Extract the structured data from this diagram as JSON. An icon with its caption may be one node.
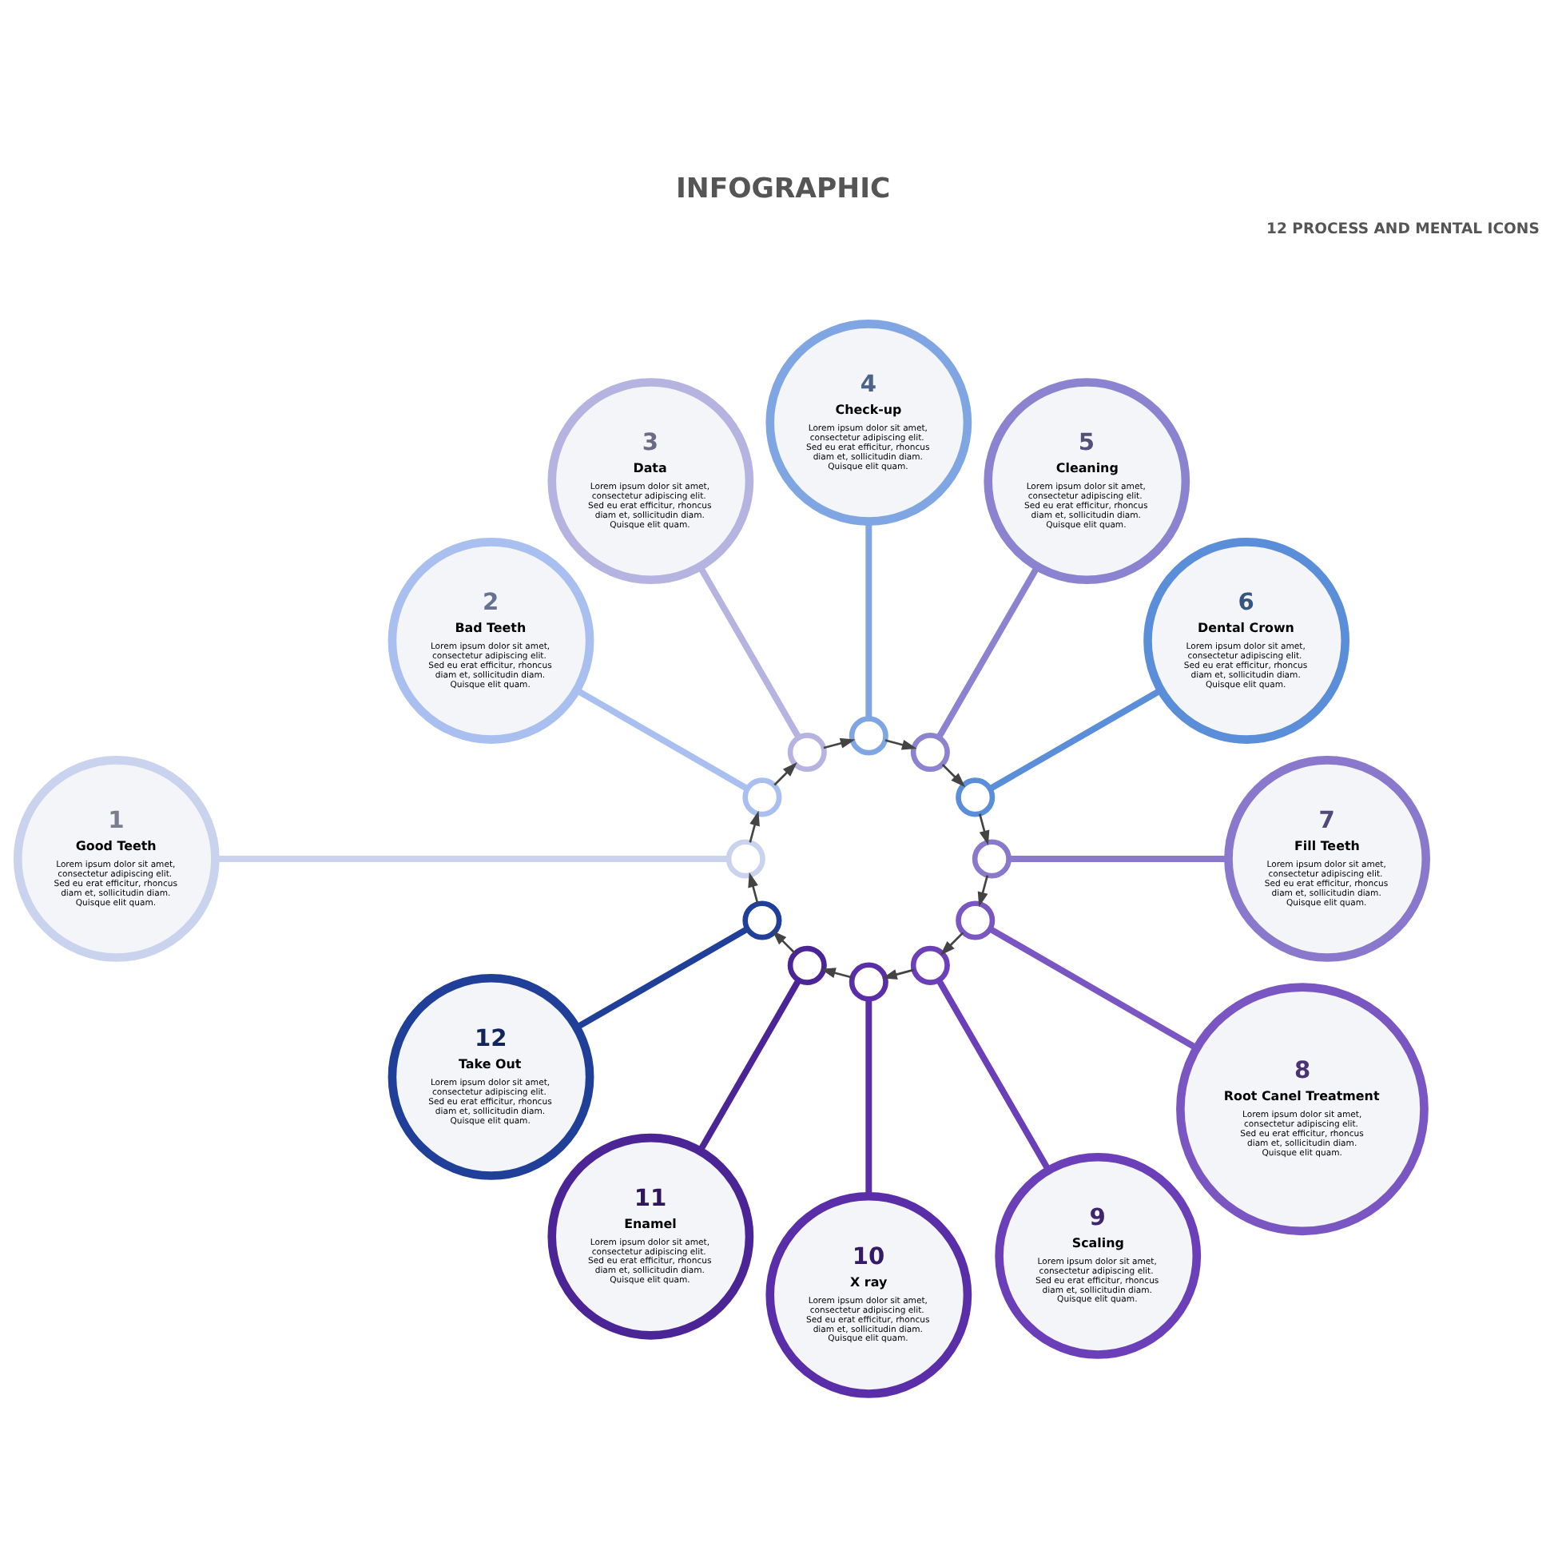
{
  "diagram": {
    "title": "INFOGRAPHIC",
    "nodes": [
      {
        "text": [
          "1",
          "Good Teeth",
          "Lorem ipsum dolor sit amet, consectetur adipiscing elit. Sed eu erat efficitur, rhoncus diam et, sollicitudin diam. Quisque elit quam."
        ]
      },
      {
        "text": [
          "2",
          "Bad Teeth",
          "Lorem ipsum dolor sit amet, consectetur adipiscing elit. Sed eu erat efficitur, rhoncus diam et, sollicitudin diam. Quisque elit quam."
        ]
      },
      {
        "text": [
          "3",
          "Data",
          "Lorem ipsum dolor sit amet, consectetur adipiscing elit. Sed eu erat efficitur, rhoncus diam et, sollicitudin diam. Quisque elit quam."
        ]
      },
      {
        "text": [
          "4",
          "Check-up",
          "Lorem ipsum dolor sit amet, consectetur adipiscing elit. Sed eu erat efficitur, rhoncus diam et, sollicitudin diam. Quisque elit quam."
        ]
      },
      {
        "text": [
          "5",
          "Cleaning",
          "Lorem ipsum dolor sit amet, consectetur adipiscing elit. Sed eu erat efficitur, rhoncus diam et, sollicitudin diam. Quisque elit quam."
        ]
      },
      {
        "text": [
          "6",
          "Dental Crown",
          "Lorem ipsum dolor sit amet, consectetur adipiscing elit. Sed eu erat efficitur, rhoncus diam et, sollicitudin diam. Quisque elit quam."
        ]
      },
      {
        "text": [
          "7",
          "Fill Teeth",
          "Lorem ipsum dolor sit amet, consectetur adipiscing elit. Sed eu erat efficitur, rhoncus diam et, sollicitudin diam. Quisque elit quam."
        ]
      },
      {
        "text": [
          "8",
          "Root Canel Treatment",
          "Lorem ipsum dolor sit amet, consectetur adipiscing elit. Sed eu erat efficitur, rhoncus diam et, sollicitudin diam. Quisque elit quam."
        ]
      },
      {
        "text": [
          "9",
          "Scaling",
          "Lorem ipsum dolor sit amet, consectetur adipiscing elit. Sed eu erat efficitur, rhoncus diam et, sollicitudin diam. Quisque elit quam."
        ]
      },
      {
        "text": [
          "10",
          "X ray",
          "Lorem ipsum dolor sit amet, consectetur adipiscing elit. Sed eu erat efficitur, rhoncus diam et, sollicitudin diam. Quisque elit quam."
        ]
      },
      {
        "text": [
          "11",
          "Enamel",
          "Lorem ipsum dolor sit amet, consectetur adipiscing elit. Sed eu erat efficitur, rhoncus diam et, sollicitudin diam. Quisque elit quam."
        ]
      },
      {
        "text": [
          "12",
          "Take Out",
          "Lorem ipsum dolor sit amet, consectetur adipiscing elit. Sed eu erat efficitur, rhoncus diam et, sollicitudin diam. Quisque elit quam."
        ]
      },
      {
        "text": [],
        "shape": "circle"
      },
      {
        "text": [],
        "shape": "circle"
      },
      {
        "text": [],
        "shape": "circle"
      },
      {
        "text": [],
        "shape": "circle"
      },
      {
        "text": [],
        "shape": "circle"
      },
      {
        "text": [],
        "shape": "circle"
      },
      {
        "text": [],
        "shape": "circle"
      },
      {
        "text": [],
        "shape": "circle"
      },
      {
        "text": [],
        "shape": "circle"
      },
      {
        "text": [],
        "shape": "circle"
      },
      {
        "text": [],
        "shape": "circle"
      },
      {
        "text": [],
        "shape": "circle"
      }
    ],
    "edges": [
      {
        "from": 0,
        "to": 12,
        "arrow": "none",
        "style": "thick",
        "color": "#c9d3ee"
      },
      {
        "from": 1,
        "to": 13,
        "arrow": "none",
        "style": "thick",
        "color": "#a9bff0"
      },
      {
        "from": 2,
        "to": 14,
        "arrow": "none",
        "style": "thick",
        "color": "#b5b3e0"
      },
      {
        "from": 3,
        "to": 15,
        "arrow": "none",
        "style": "thick",
        "color": "#7fa6e3"
      },
      {
        "from": 4,
        "to": 16,
        "arrow": "none",
        "style": "thick",
        "color": "#8c83d0"
      },
      {
        "from": 5,
        "to": 17,
        "arrow": "none",
        "style": "thick",
        "color": "#5b8ed8"
      },
      {
        "from": 6,
        "to": 18,
        "arrow": "none",
        "style": "thick",
        "color": "#8a78cc"
      },
      {
        "from": 7,
        "to": 19,
        "arrow": "none",
        "style": "thick",
        "color": "#7a56c2"
      },
      {
        "from": 8,
        "to": 20,
        "arrow": "none",
        "style": "thick",
        "color": "#6a3fb8"
      },
      {
        "from": 9,
        "to": 21,
        "arrow": "none",
        "style": "thick",
        "color": "#5a2ea8"
      },
      {
        "from": 10,
        "to": 22,
        "arrow": "none",
        "style": "thick",
        "color": "#4b2596"
      },
      {
        "from": 11,
        "to": 23,
        "arrow": "none",
        "style": "thick",
        "color": "#1f3f98"
      },
      {
        "from": 12,
        "to": 13,
        "arrow": "to"
      },
      {
        "from": 13,
        "to": 14,
        "arrow": "to"
      },
      {
        "from": 14,
        "to": 15,
        "arrow": "to"
      },
      {
        "from": 15,
        "to": 16,
        "arrow": "to"
      },
      {
        "from": 16,
        "to": 17,
        "arrow": "to"
      },
      {
        "from": 17,
        "to": 18,
        "arrow": "to"
      },
      {
        "from": 18,
        "to": 19,
        "arrow": "to"
      },
      {
        "from": 19,
        "to": 20,
        "arrow": "to"
      },
      {
        "from": 20,
        "to": 21,
        "arrow": "to"
      },
      {
        "from": 21,
        "to": 22,
        "arrow": "to"
      },
      {
        "from": 22,
        "to": 23,
        "arrow": "to"
      },
      {
        "from": 23,
        "to": 12,
        "arrow": "to"
      }
    ],
    "labels": [
      "12 PROCESS AND MENTAL ICONS"
    ]
  }
}
